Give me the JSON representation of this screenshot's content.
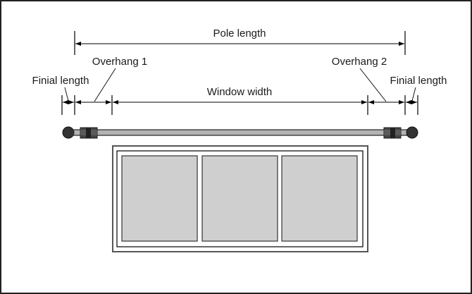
{
  "diagram": {
    "title": "Curtain pole measurement diagram",
    "labels": {
      "pole_length": "Pole length",
      "overhang_1": "Overhang 1",
      "overhang_2": "Overhang 2",
      "finial_length_left": "Finial length",
      "finial_length_right": "Finial length",
      "window_width": "Window width"
    },
    "colors": {
      "background": "#ffffff",
      "line": "#000000",
      "pole_fill": "#b3b3b3",
      "bracket_fill": "#404040",
      "finial_fill": "#333333",
      "pane_fill": "#cfcfcf",
      "frame_stroke": "#555555"
    },
    "window": {
      "panes": 3
    }
  }
}
